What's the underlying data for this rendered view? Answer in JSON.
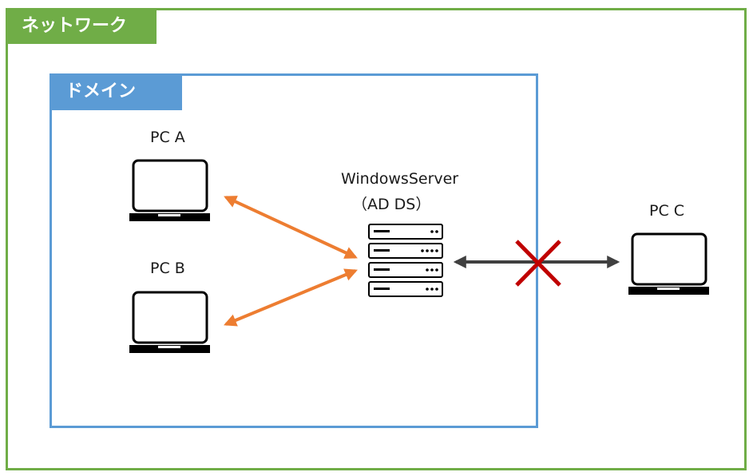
{
  "network": {
    "label": "ネットワーク",
    "color": "#70ad47"
  },
  "domain": {
    "label": "ドメイン",
    "color": "#5b9bd5"
  },
  "server": {
    "name_line1": "WindowsServer",
    "name_line2": "（AD DS）"
  },
  "pcs": {
    "a": {
      "label": "PC A"
    },
    "b": {
      "label": "PC B"
    },
    "c": {
      "label": "PC C"
    }
  },
  "connections": {
    "in_domain_color": "#ed7d31",
    "blocked_color": "#404040",
    "blocked_mark_color": "#c00000"
  }
}
